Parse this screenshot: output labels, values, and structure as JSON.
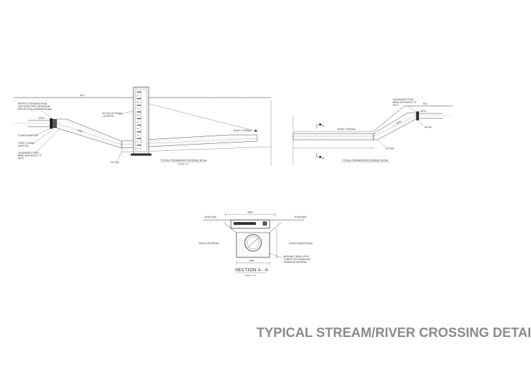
{
  "drawing": {
    "title": "TYPICAL STREAM/RIVER CROSSING DETAIL"
  },
  "detail_left": {
    "ngl": "NGL",
    "note_sleeve": "REFER TO DRAWING ROAD",
    "note_sleeve_2": "FOR STEEL PIPE CORROSION",
    "note_sleeve_3": "PROTECTION (UNDERGROUND)",
    "upvc": "UPVC",
    "flange": "FLANGE ADAPTOR",
    "steel_flange": "STEEL FLANGE",
    "steel_flange_2": "ADAPTOR",
    "galv": "GALVANISED STEEL",
    "galv_2": "BEND (FOR ANGLE TO",
    "galv_3": "SUIT)",
    "pipe": "PIPE",
    "scour": "SCOUR (AS REQD)",
    "scour_2": "LOCATION",
    "stream": "RIVER / STREAM",
    "fitting": "FITTING",
    "caption": "TYPICAL STREAM/RIVER CROSSING DETAIL",
    "scale": "SCALE 1 : 50"
  },
  "detail_right": {
    "galv": "GALVANISED STEEL",
    "galv_2": "BEND (FOR ANGLE TO",
    "galv_3": "SUIT)",
    "ngl": "NGL",
    "upvc": "UPVC",
    "pipe": "PIPE",
    "stream": "RIVER / STREAM",
    "detail": "DETAIL",
    "fitting": "FITTING",
    "cut_a": "A",
    "cut_a2": "A",
    "caption": "TYPICAL STREAM/RIVER CROSSING DETAIL"
  },
  "section": {
    "width_dim": "VARY",
    "river_bed_l": "RIVER BED",
    "river_bed_r": "RIVER BED",
    "upstream": "RIVER UPSTREAM",
    "downstream": "RIVER DOWNSTREAM",
    "bedding": "BEDDING CRASH UP OF",
    "bedding_2": "COMPACTED GRANULAR",
    "bedding_3": "GRANULAR MATERIAL",
    "dim_bottom": "VARY",
    "label": "SECTION  A - A",
    "scale": "SCALE 1 : 20"
  }
}
